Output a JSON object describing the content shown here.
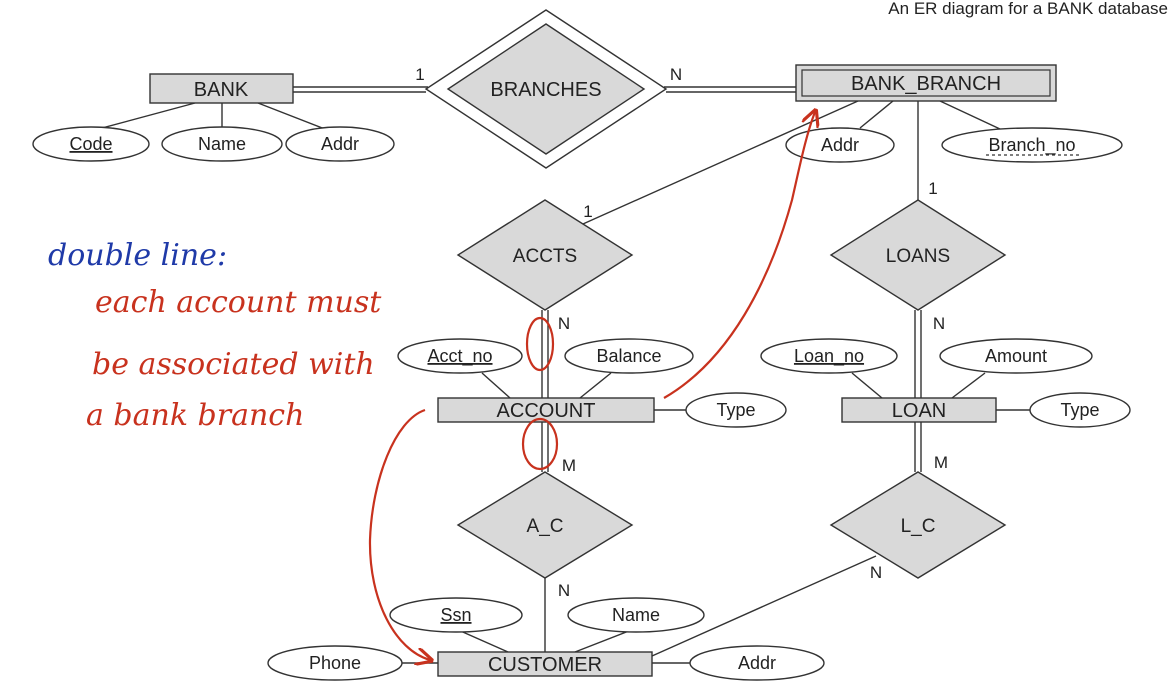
{
  "title": "An ER diagram for a BANK database",
  "entities": {
    "bank": "BANK",
    "bank_branch": "BANK_BRANCH",
    "account": "ACCOUNT",
    "loan": "LOAN",
    "customer": "CUSTOMER"
  },
  "relationships": {
    "branches": "BRANCHES",
    "accts": "ACCTS",
    "loans": "LOANS",
    "a_c": "A_C",
    "l_c": "L_C"
  },
  "attributes": {
    "bank_code": "Code",
    "bank_name": "Name",
    "bank_addr": "Addr",
    "branch_addr": "Addr",
    "branch_no": "Branch_no",
    "acct_no": "Acct_no",
    "balance": "Balance",
    "account_type": "Type",
    "loan_no": "Loan_no",
    "amount": "Amount",
    "loan_type": "Type",
    "ssn": "Ssn",
    "customer_name": "Name",
    "phone": "Phone",
    "customer_addr": "Addr"
  },
  "cardinalities": {
    "branches_bank": "1",
    "branches_branch": "N",
    "accts_branch": "1",
    "accts_account": "N",
    "loans_branch": "1",
    "loans_loan": "N",
    "ac_account": "M",
    "ac_customer": "N",
    "lc_loan": "M",
    "lc_customer": "N"
  },
  "annotation": {
    "heading": "double line:",
    "line1": "each account must",
    "line2": "be associated with",
    "line3": "a bank branch"
  },
  "colors": {
    "entity_fill": "#d9d9d9",
    "relationship_fill": "#d9d9d9",
    "annotation_red": "#c8321e",
    "annotation_blue": "#1f3aa8"
  }
}
